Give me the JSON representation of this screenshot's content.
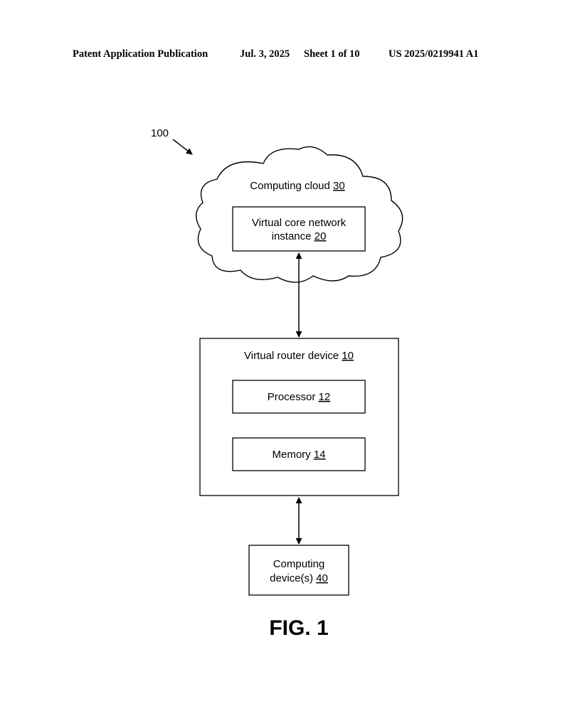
{
  "header": {
    "publication": "Patent Application Publication",
    "date": "Jul. 3, 2025",
    "sheet": "Sheet 1 of 10",
    "number": "US 2025/0219941 A1"
  },
  "diagram": {
    "system_ref": "100",
    "cloud": {
      "label": "Computing cloud",
      "ref": "30"
    },
    "core_network": {
      "line1": "Virtual core network",
      "line2": "instance",
      "ref": "20"
    },
    "router": {
      "label": "Virtual router device",
      "ref": "10"
    },
    "processor": {
      "label": "Processor",
      "ref": "12"
    },
    "memory": {
      "label": "Memory",
      "ref": "14"
    },
    "devices": {
      "line1": "Computing",
      "line2": "device(s)",
      "ref": "40"
    },
    "figure_label": "FIG. 1"
  }
}
